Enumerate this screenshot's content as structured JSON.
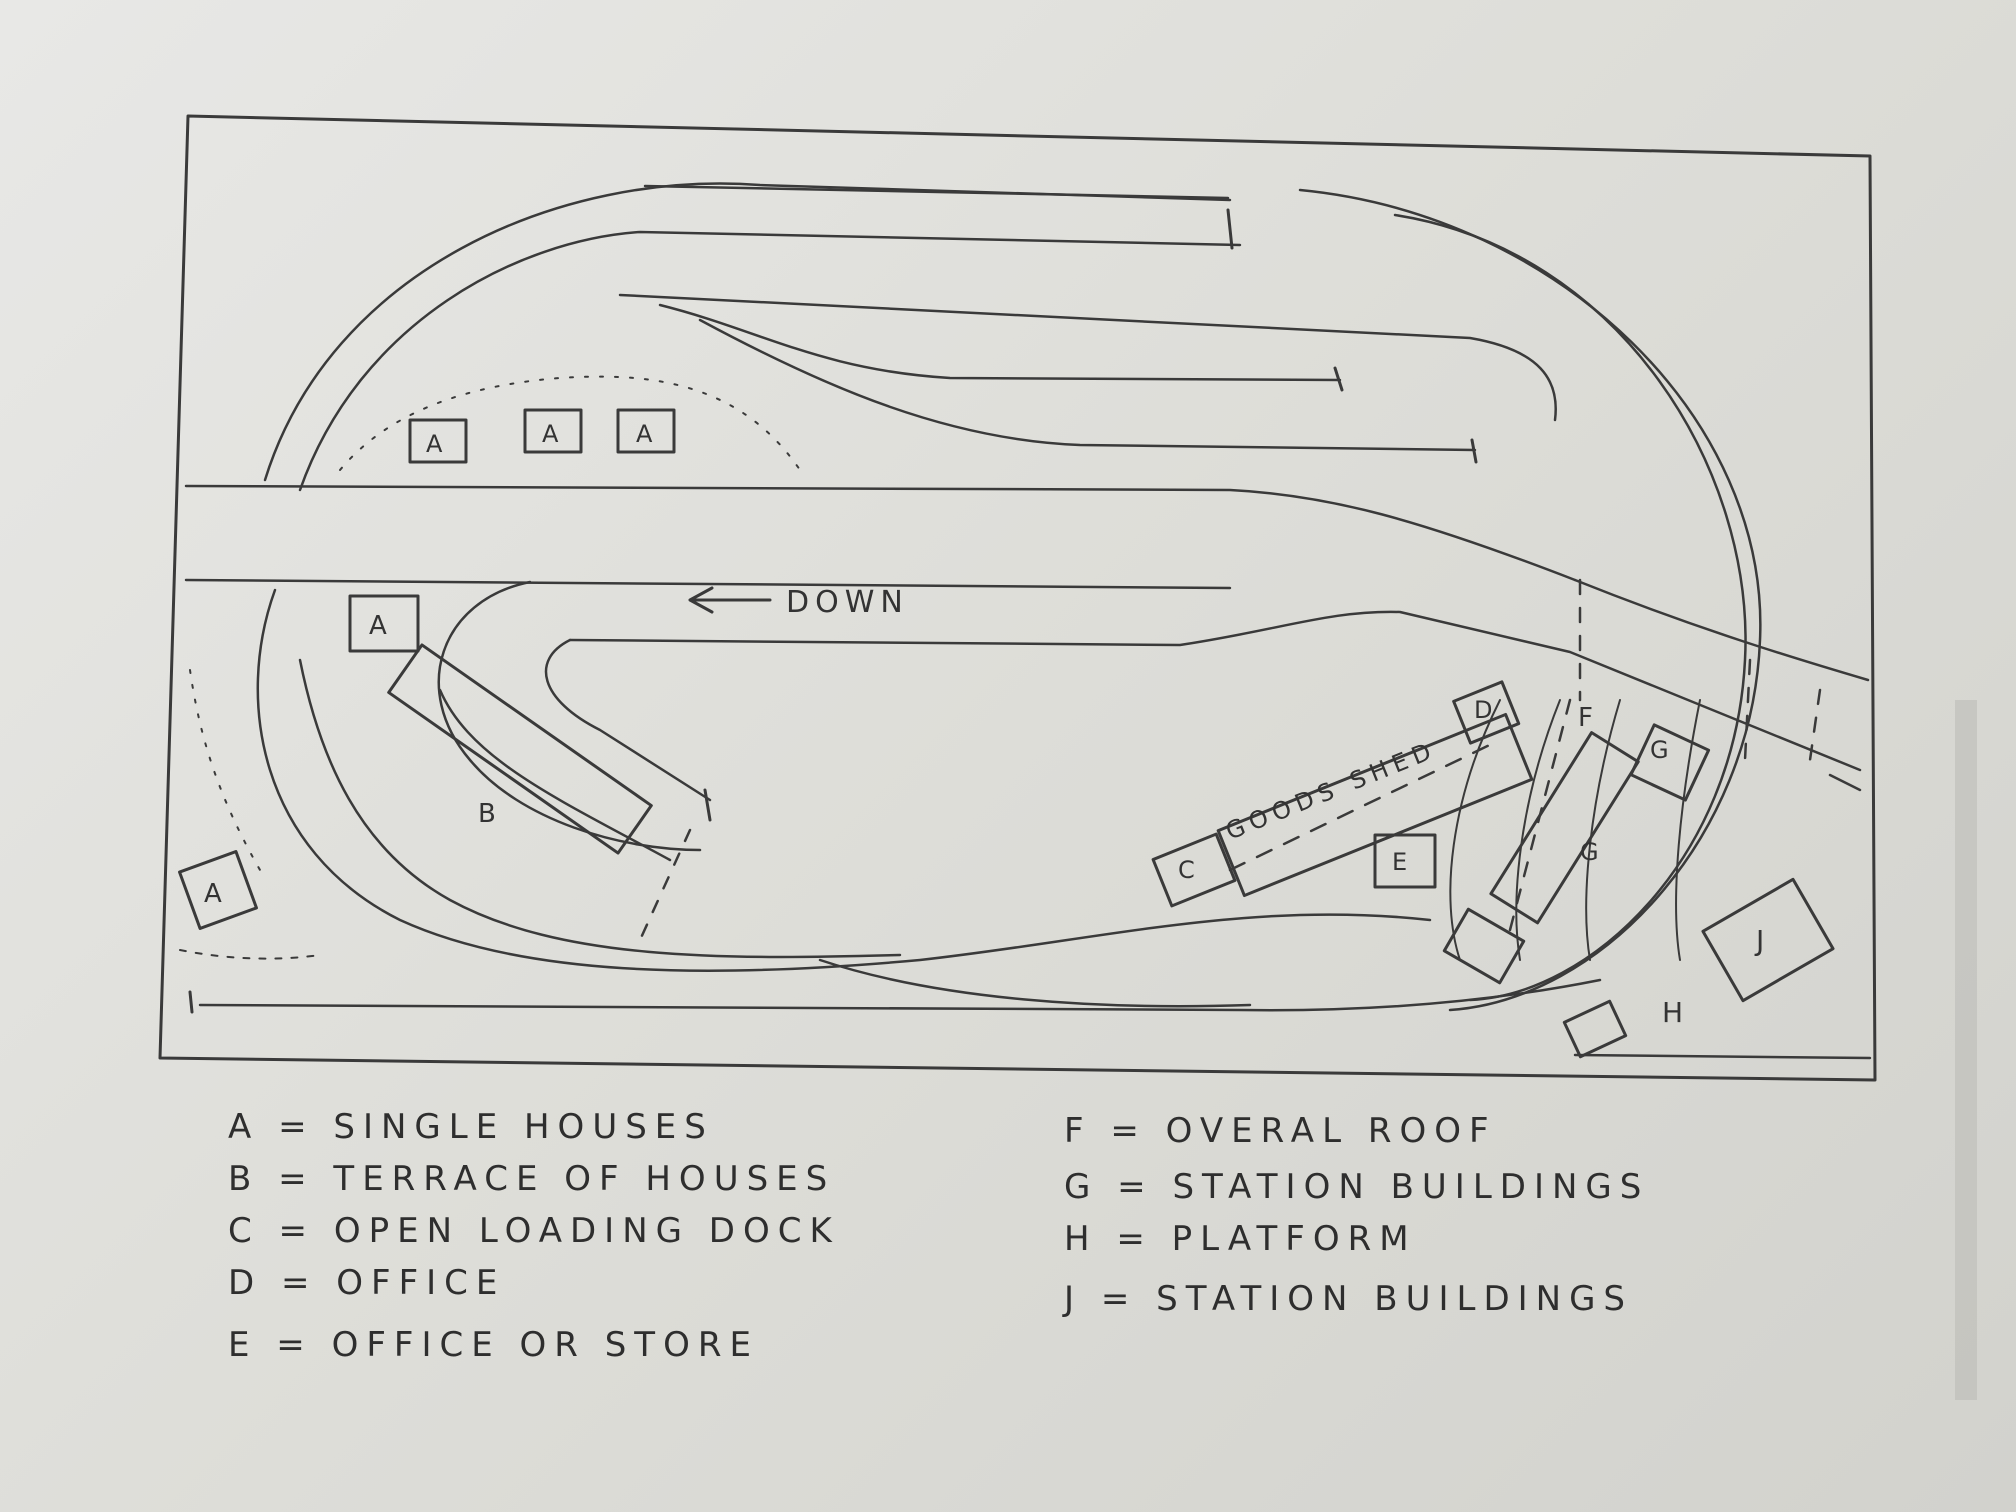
{
  "plan_labels": {
    "a": "A",
    "b": "B",
    "c": "C",
    "d": "D",
    "e": "E",
    "f": "F",
    "g": "G",
    "h": "H",
    "j": "J",
    "goods_shed": "GOODS SHED",
    "down": "DOWN",
    "arrow": "←"
  },
  "legend": [
    {
      "text": "A = SINGLE HOUSES"
    },
    {
      "text": "B = TERRACE OF HOUSES"
    },
    {
      "text": "C = OPEN LOADING DOCK"
    },
    {
      "text": "D = OFFICE"
    },
    {
      "text": "E = OFFICE OR STORE"
    },
    {
      "text": "F = OVERAL ROOF"
    },
    {
      "text": "G = STATION BUILDINGS"
    },
    {
      "text": "H = PLATFORM"
    },
    {
      "text": "J = STATION BUILDINGS"
    }
  ]
}
